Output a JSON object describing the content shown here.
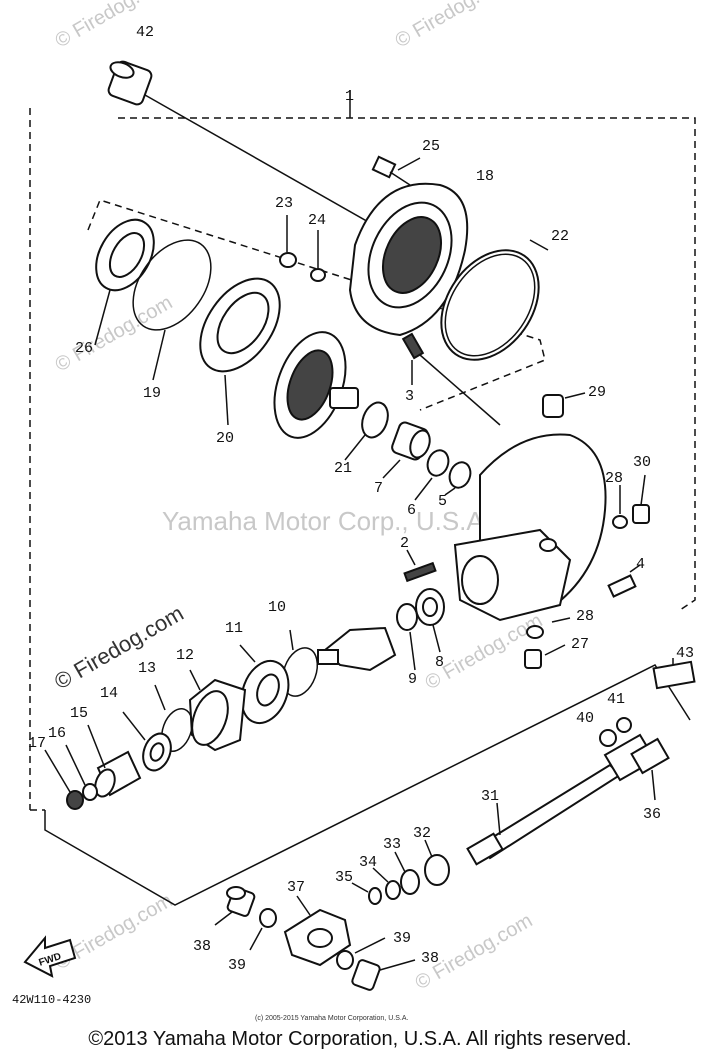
{
  "diagram": {
    "code": "42W110-4230",
    "fwd_label": "FWD",
    "small_copyright": "(c) 2005-2015 Yamaha Motor Corporation, U.S.A.",
    "footer": "©2013 Yamaha Motor Corporation, U.S.A. All rights reserved.",
    "watermarks": {
      "firedog": "© Firedog.com",
      "center": "Yamaha Motor Corp., U.S.A."
    },
    "callouts": {
      "c1": "1",
      "c2": "2",
      "c3": "3",
      "c4": "4",
      "c5": "5",
      "c6": "6",
      "c7": "7",
      "c8": "8",
      "c9": "9",
      "c10": "10",
      "c11": "11",
      "c12": "12",
      "c13": "13",
      "c14": "14",
      "c15": "15",
      "c16": "16",
      "c17": "17",
      "c18": "18",
      "c19": "19",
      "c20": "20",
      "c21": "21",
      "c22": "22",
      "c23": "23",
      "c24": "24",
      "c25": "25",
      "c26": "26",
      "c27": "27",
      "c28a": "28",
      "c28b": "28",
      "c29": "29",
      "c30": "30",
      "c31": "31",
      "c32": "32",
      "c33": "33",
      "c34": "34",
      "c35": "35",
      "c36": "36",
      "c37": "37",
      "c38a": "38",
      "c38b": "38",
      "c39a": "39",
      "c39b": "39",
      "c40": "40",
      "c41": "41",
      "c42": "42",
      "c43": "43"
    }
  }
}
